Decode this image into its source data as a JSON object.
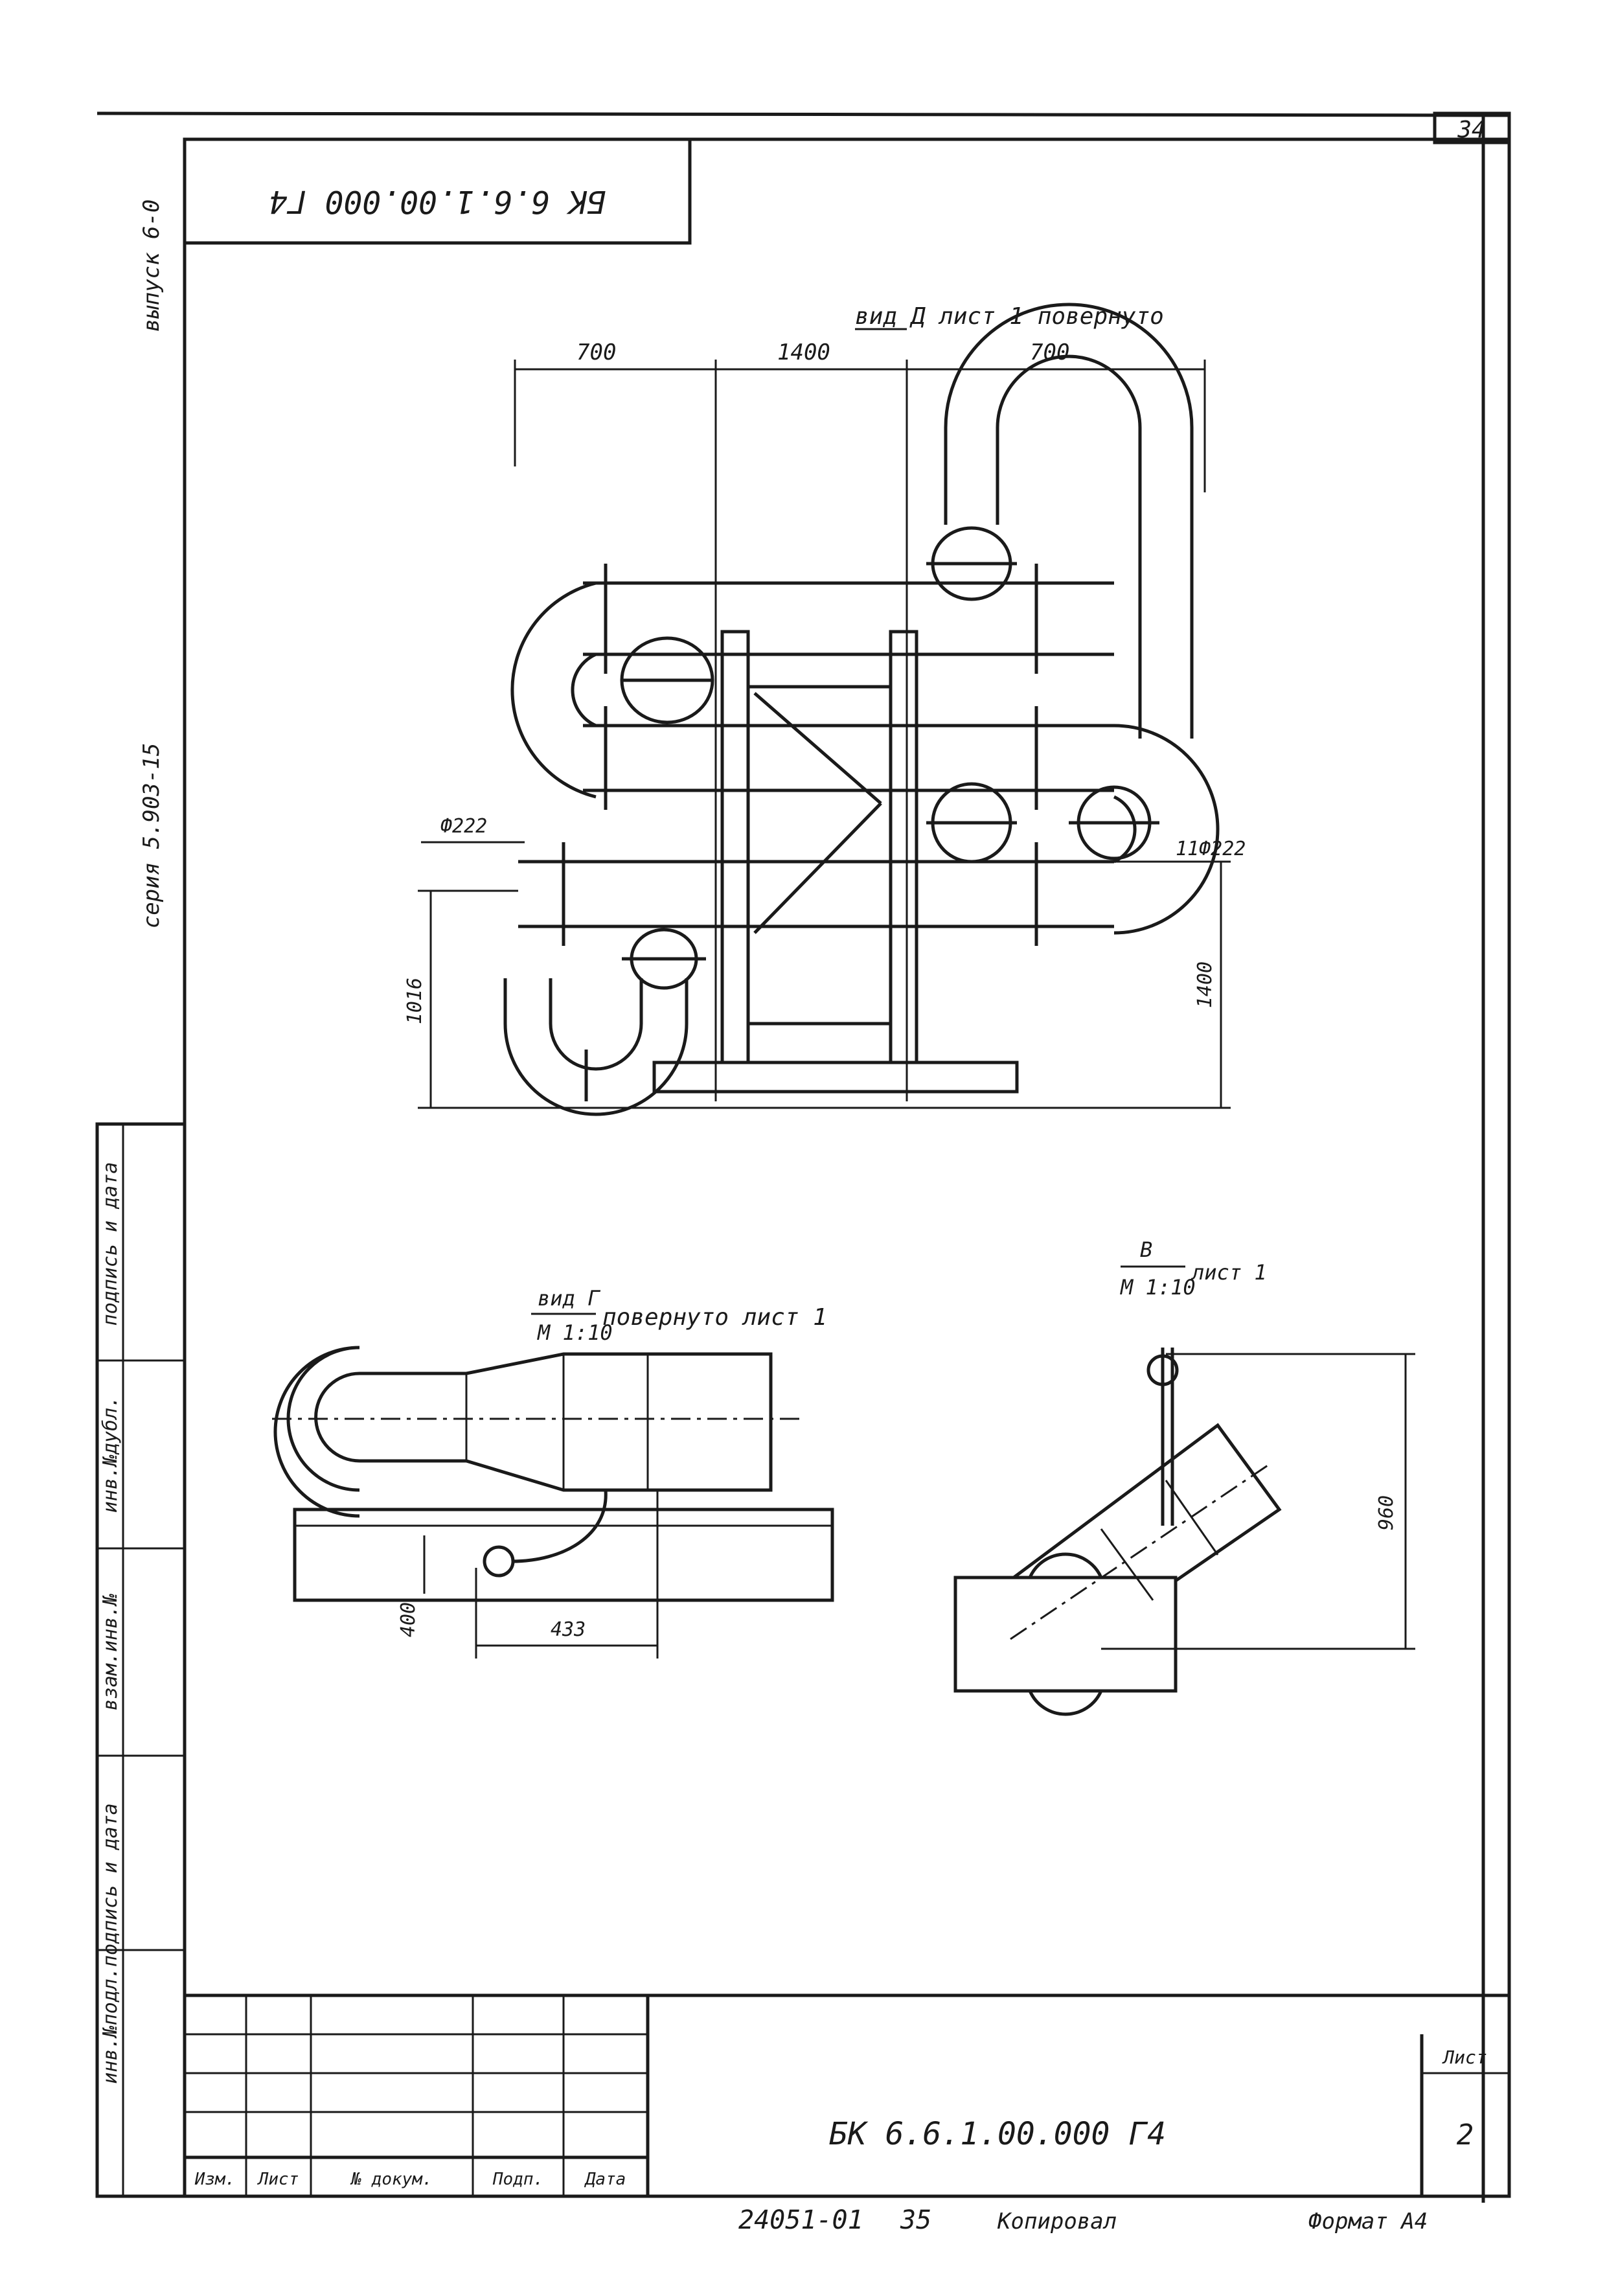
{
  "sheet_corner_number": "34",
  "stamp_rotated": "БК 6.6.1.00.000 Г4",
  "side_labels": {
    "issue": "выпуск 6-0",
    "series": "серия 5.903-15",
    "inv_sign_date": "инв.№подл.подпись и дата",
    "replace_inv": "взам.инв.№",
    "inv_dup": "инв.№дубл.",
    "sign_date": "подпись и дата"
  },
  "view_top": {
    "title": "вид Д лист 1 повернуто",
    "dims": [
      "700",
      "1400",
      "700"
    ],
    "dim_phi_left": "Ф222",
    "dim_phi_right": "11Ф222",
    "dim_height_left": "1016",
    "dim_height_right": "1400"
  },
  "view_left": {
    "title_top": "вид Г",
    "title_bottom": "М 1:10",
    "title_suffix": "повернуто лист 1",
    "dim_vertical": "400",
    "dim_horizontal": "433"
  },
  "view_right": {
    "title_top": "В",
    "title_bottom": "М 1:10",
    "title_suffix": "лист 1",
    "dim_vertical": "960"
  },
  "title_block": {
    "headers": [
      "Изм.",
      "Лист",
      "№ докум.",
      "Подп.",
      "Дата"
    ],
    "document_code": "БК 6.6.1.00.000 Г4",
    "sheet_label": "Лист",
    "sheet_number": "2"
  },
  "footer": {
    "archive": "24051-01",
    "page": "35",
    "copied": "Копировал",
    "format": "Формат А4"
  }
}
